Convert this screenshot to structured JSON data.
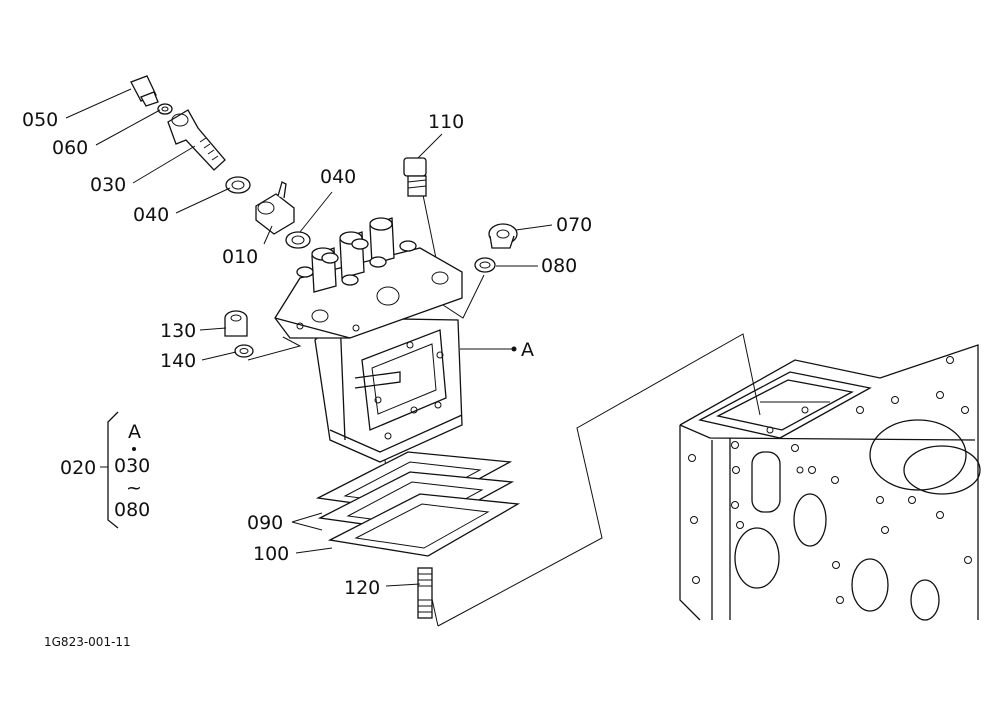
{
  "diagram": {
    "part_labels": {
      "p050": "050",
      "p060": "060",
      "p030": "030",
      "p040a": "040",
      "p040b": "040",
      "p010": "010",
      "p110": "110",
      "p070": "070",
      "p080": "080",
      "p130": "130",
      "p140": "140",
      "pA": "A",
      "p090": "090",
      "p100": "100",
      "p120": "120"
    },
    "group": {
      "label": "020",
      "items": [
        "A",
        "030",
        "080"
      ],
      "range_mark": "~"
    },
    "figure_code": "1G823-001-11"
  }
}
